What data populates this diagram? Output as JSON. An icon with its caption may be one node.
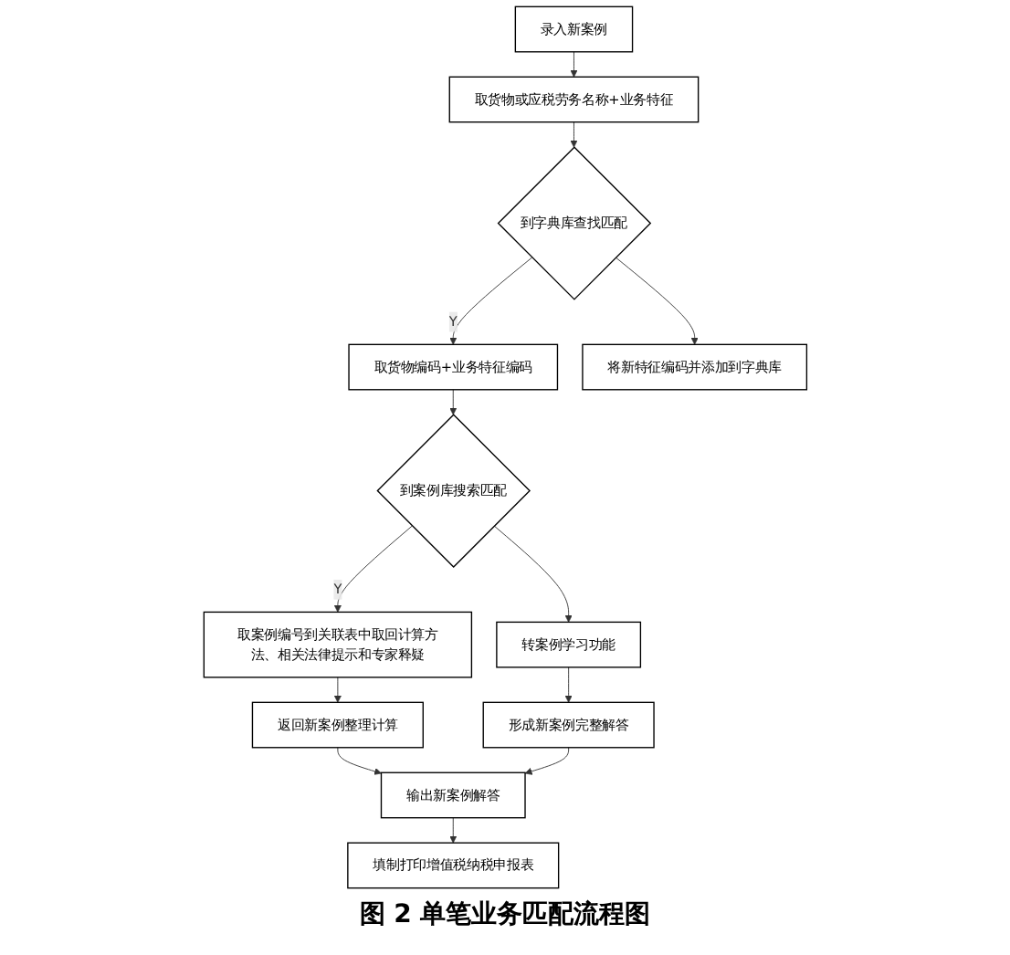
{
  "diagram": {
    "caption": "图 2 单笔业务匹配流程图",
    "nodes": [
      {
        "text": [
          "录入新案例"
        ]
      },
      {
        "text": [
          "取货物或应税劳务名称+业务特征"
        ]
      },
      {
        "text": [
          "到字典库查找匹配"
        ]
      },
      {
        "text": [
          "取货物编码+业务特征编码"
        ]
      },
      {
        "text": [
          "将新特征编码并添加到字典库"
        ]
      },
      {
        "text": [
          "到案例库搜索匹配"
        ]
      },
      {
        "text": [
          "转案例学习功能"
        ]
      },
      {
        "text": [
          "取案例编号到关联表中取回计算方法、相关法律提示和专家释疑"
        ]
      },
      {
        "text": [
          "形成新案例完整解答"
        ]
      },
      {
        "text": [
          "返回新案例整理计算"
        ]
      },
      {
        "text": [
          "输出新案例解答"
        ]
      },
      {
        "text": [
          "填制打印增值税纳税申报表"
        ]
      }
    ],
    "edges": [
      {
        "from": 0,
        "to": 1,
        "arrow": "to"
      },
      {
        "from": 1,
        "to": 2,
        "arrow": "to"
      },
      {
        "from": 2,
        "to": 3,
        "arrow": "to",
        "label": "Y"
      },
      {
        "from": 2,
        "to": 4,
        "arrow": "to"
      },
      {
        "from": 3,
        "to": 5,
        "arrow": "to"
      },
      {
        "from": 5,
        "to": 6,
        "arrow": "to"
      },
      {
        "from": 5,
        "to": 7,
        "arrow": "to",
        "label": "Y"
      },
      {
        "from": 6,
        "to": 8,
        "arrow": "to"
      },
      {
        "from": 7,
        "to": 9,
        "arrow": "to"
      },
      {
        "from": 9,
        "to": 10,
        "arrow": "to"
      },
      {
        "from": 8,
        "to": 10,
        "arrow": "to"
      },
      {
        "from": 10,
        "to": 11,
        "arrow": "to"
      }
    ]
  }
}
